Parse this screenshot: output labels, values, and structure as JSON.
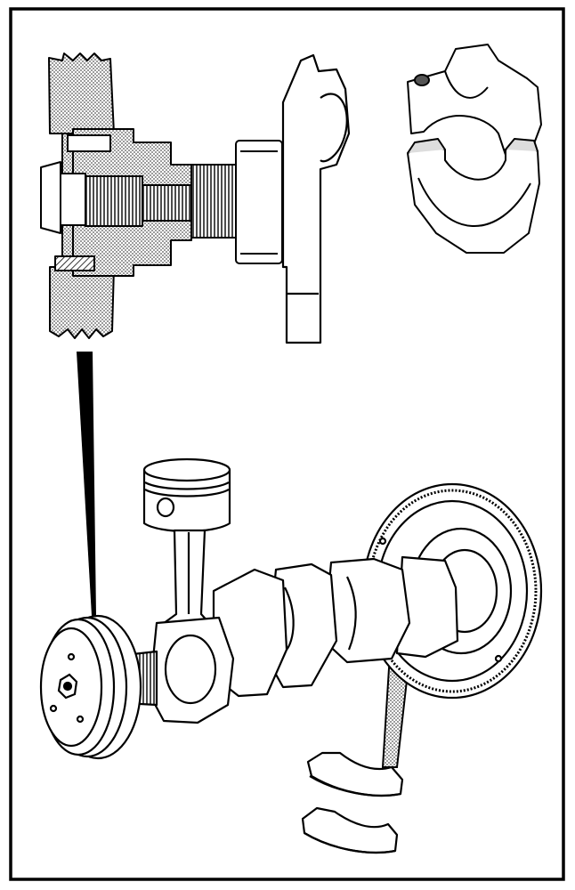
{
  "figure": {
    "background": "#ffffff",
    "ink": "#000000",
    "shade": "#9a9a9a",
    "light_shade": "#cfcfcf",
    "components": {
      "damper_section": "pulley-damper-cross-section",
      "rear_seal": "crankshaft-rear-seal-flange",
      "con_rod_cap": "connecting-rod-cap-with-bearing-shells",
      "piston": "piston-with-connecting-rod",
      "crankshaft": "crankshaft",
      "pulley": "crankshaft-pulley",
      "flywheel": "flywheel-with-ring-gear",
      "main_shells": "main-bearing-shell-halves",
      "leader_upper": "leader-wedge-to-pulley",
      "leader_lower": "leader-wedge-to-main-bearing"
    }
  }
}
